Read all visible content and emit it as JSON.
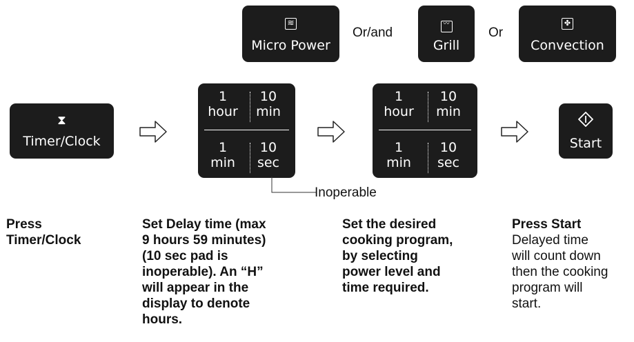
{
  "top_row": {
    "micro_power": "Micro Power",
    "or_and": "Or/and",
    "grill": "Grill",
    "or": "Or",
    "convection": "Convection"
  },
  "timer_pad": {
    "label": "Timer/Clock"
  },
  "delay_pad": {
    "top_left_num": "1",
    "top_left_unit": "hour",
    "top_right_num": "10",
    "top_right_unit": "min",
    "bot_left_num": "1",
    "bot_left_unit": "min",
    "bot_right_num": "10",
    "bot_right_unit": "sec"
  },
  "program_pad": {
    "top_left_num": "1",
    "top_left_unit": "hour",
    "top_right_num": "10",
    "top_right_unit": "min",
    "bot_left_num": "1",
    "bot_left_unit": "min",
    "bot_right_num": "10",
    "bot_right_unit": "sec"
  },
  "start_pad": {
    "label": "Start"
  },
  "inoperable_label": "Inoperable",
  "steps": [
    {
      "bold_lines": [
        "Press",
        "Timer/Clock"
      ],
      "normal_lines": []
    },
    {
      "bold_lines": [
        "Set Delay time (max",
        "9 hours 59 minutes)",
        "(10 sec pad is",
        "inoperable). An “H”",
        "will appear in the",
        "display to denote",
        "hours."
      ],
      "normal_lines": []
    },
    {
      "bold_lines": [
        "Set the desired",
        "cooking program,",
        "by selecting",
        "power level and",
        "time required."
      ],
      "normal_lines": []
    },
    {
      "bold_lines": [
        "Press Start"
      ],
      "normal_lines": [
        "Delayed time",
        "will count down",
        "then the cooking",
        "program will",
        "start."
      ]
    }
  ]
}
